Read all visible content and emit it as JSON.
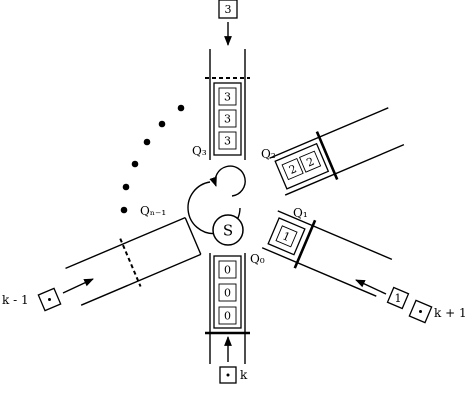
{
  "server": {
    "label": "S"
  },
  "queues": [
    {
      "id": "q0",
      "label": "Q₀",
      "items": [
        "0",
        "0",
        "0"
      ]
    },
    {
      "id": "q1",
      "label": "Q₁",
      "items": [
        "1"
      ]
    },
    {
      "id": "q2",
      "label": "Q₂",
      "items": [
        "2",
        "2"
      ]
    },
    {
      "id": "q3",
      "label": "Q₃",
      "items": [
        "3",
        "3",
        "3"
      ]
    },
    {
      "id": "qn",
      "label": "Qₙ₋₁",
      "items": []
    }
  ],
  "arrivals": [
    {
      "id": "arr-k",
      "label": "k",
      "item": ""
    },
    {
      "id": "arr-k-plus-1",
      "label": "k + 1",
      "item": "1"
    },
    {
      "id": "arr-3",
      "label": "",
      "item": "3"
    },
    {
      "id": "arr-k-minus-1",
      "label": "k - 1",
      "item": ""
    }
  ]
}
